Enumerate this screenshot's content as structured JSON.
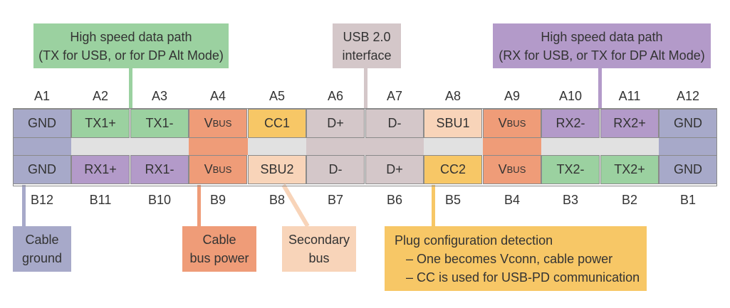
{
  "colors": {
    "ground": "#a7a9c9",
    "hs_tx": "#9bd1a0",
    "hs_rx": "#b39ac9",
    "vbus": "#ef9c78",
    "cc": "#f7c766",
    "usb2": "#d4c7c9",
    "sbu": "#f8d4b9",
    "mid_gray": "#e1e1e1"
  },
  "callouts": {
    "hs_tx": {
      "line1": "High speed data path",
      "line2": "(TX for USB, or for DP Alt Mode)"
    },
    "usb2": {
      "line1": "USB 2.0",
      "line2": "interface"
    },
    "hs_rx": {
      "line1": "High speed data path",
      "line2": "(RX for USB, or TX for DP Alt Mode)"
    },
    "cable_ground": {
      "line1": "Cable",
      "line2": "ground"
    },
    "cable_bus_power": {
      "line1": "Cable",
      "line2": "bus power"
    },
    "secondary_bus": {
      "line1": "Secondary",
      "line2": "bus"
    },
    "plug_config": {
      "line1": "Plug configuration detection",
      "line2": "– One becomes Vconn, cable power",
      "line3": "– CC is used for USB-PD communication"
    }
  },
  "top_labels": [
    "A1",
    "A2",
    "A3",
    "A4",
    "A5",
    "A6",
    "A7",
    "A8",
    "A9",
    "A10",
    "A11",
    "A12"
  ],
  "bottom_labels": [
    "B12",
    "B11",
    "B10",
    "B9",
    "B8",
    "B7",
    "B6",
    "B5",
    "B4",
    "B3",
    "B2",
    "B1"
  ],
  "top_row": [
    {
      "main": "GND",
      "sub": ""
    },
    {
      "main": "TX1+",
      "sub": ""
    },
    {
      "main": "TX1-",
      "sub": ""
    },
    {
      "main": "V",
      "sub": "BUS"
    },
    {
      "main": "CC1",
      "sub": ""
    },
    {
      "main": "D+",
      "sub": ""
    },
    {
      "main": "D-",
      "sub": ""
    },
    {
      "main": "SBU1",
      "sub": ""
    },
    {
      "main": "V",
      "sub": "BUS"
    },
    {
      "main": "RX2-",
      "sub": ""
    },
    {
      "main": "RX2+",
      "sub": ""
    },
    {
      "main": "GND",
      "sub": ""
    }
  ],
  "bottom_row": [
    {
      "main": "GND",
      "sub": ""
    },
    {
      "main": "RX1+",
      "sub": ""
    },
    {
      "main": "RX1-",
      "sub": ""
    },
    {
      "main": "V",
      "sub": "BUS"
    },
    {
      "main": "SBU2",
      "sub": ""
    },
    {
      "main": "D-",
      "sub": ""
    },
    {
      "main": "D+",
      "sub": ""
    },
    {
      "main": "CC2",
      "sub": ""
    },
    {
      "main": "V",
      "sub": "BUS"
    },
    {
      "main": "TX2-",
      "sub": ""
    },
    {
      "main": "TX2+",
      "sub": ""
    },
    {
      "main": "GND",
      "sub": ""
    }
  ]
}
